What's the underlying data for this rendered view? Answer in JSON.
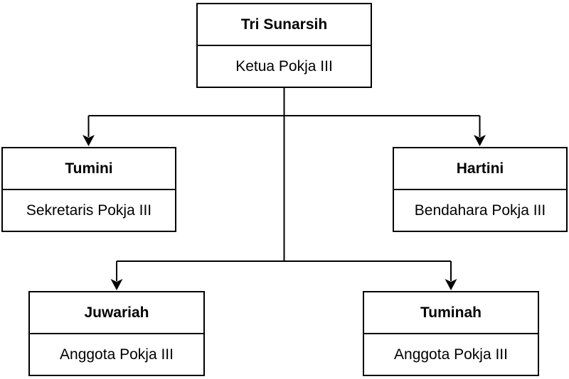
{
  "org_chart": {
    "nodes": [
      {
        "name": "Tri Sunarsih",
        "role": "Ketua Pokja III"
      },
      {
        "name": "Tumini",
        "role": "Sekretaris Pokja III"
      },
      {
        "name": "Hartini",
        "role": "Bendahara Pokja III"
      },
      {
        "name": "Juwariah",
        "role": "Anggota Pokja III"
      },
      {
        "name": "Tuminah",
        "role": "Anggota Pokja III"
      }
    ],
    "colors": {
      "line": "#000000",
      "node_border": "#000000",
      "node_background": "#ffffff",
      "text": "#000000",
      "background": "#ffffff"
    }
  }
}
